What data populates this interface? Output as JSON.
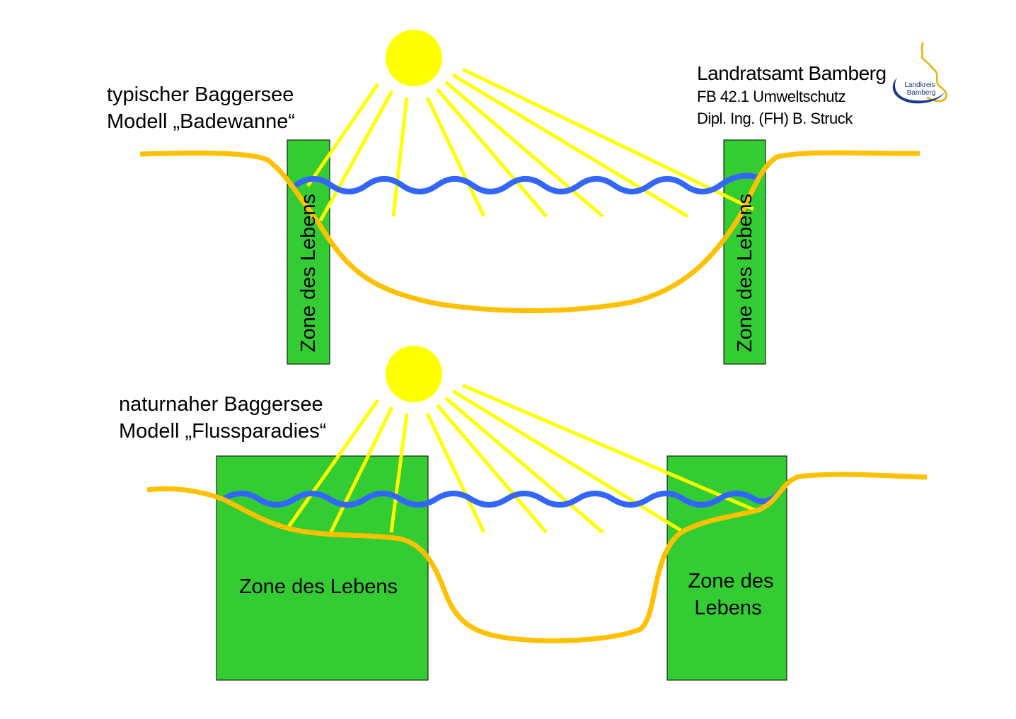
{
  "top_model": {
    "line1": "typischer Baggersee",
    "line2": "Modell „Badewanne“",
    "zone_left": "Zone des Lebens",
    "zone_right": "Zone des Lebens"
  },
  "bottom_model": {
    "line1": "naturnaher Baggersee",
    "line2": "Modell „Flussparadies“",
    "zone_left": "Zone des Lebens",
    "zone_right_line1": "Zone des",
    "zone_right_line2": "Lebens"
  },
  "authority": {
    "name": "Landratsamt Bamberg",
    "department": "FB 42.1 Umweltschutz",
    "person": "Dipl. Ing. (FH) B. Struck"
  },
  "logo": {
    "line1": "Landkreis",
    "line2": "Bamberg"
  },
  "colors": {
    "sun": "#ffff00",
    "rays": "#ffff00",
    "ground": "#ffc000",
    "water": "#3366ff",
    "zone": "#33cc33",
    "logo_blue": "#1a3a8a",
    "logo_gold": "#e8b400"
  }
}
